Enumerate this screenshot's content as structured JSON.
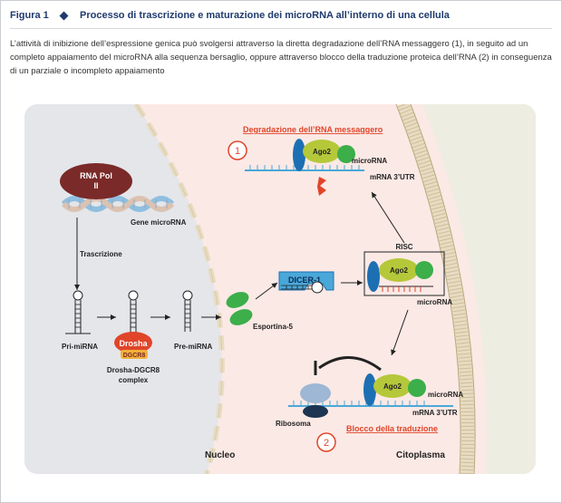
{
  "figure": {
    "label": "Figura 1",
    "title": "Processo di trascrizione e maturazione dei microRNA all’interno di una cellula",
    "description": "L’attività di inibizione dell’espressione genica può svolgersi attraverso la diretta degradazione dell’RNA messaggero (1), in seguito ad un completo appaiamento del microRNA alla sequenza bersaglio, oppure attraverso blocco della traduzione proteica dell’RNA (2) in conseguenza di un parziale o incompleto appaiamento"
  },
  "diagram": {
    "rna_pol": [
      "RNA Pol",
      "II"
    ],
    "gene_label": "Gene microRNA",
    "transcription_label": "Trascrizione",
    "pri_mirna": "Pri-miRNA",
    "drosha": "Drosha",
    "dgcr8": "DGCR8",
    "drosha_complex": [
      "Drosha-DGCR8",
      "complex"
    ],
    "pre_mirna": "Pre-miRNA",
    "esportina": "Esportina-5",
    "dicer": "DICER-1",
    "risc": "RISC",
    "ago2": "Ago2",
    "mirna": "microRNA",
    "mrna_utr": "mRNA 3’UTR",
    "ribosoma": "Ribosoma",
    "nucleo": "Nucleo",
    "citoplasma": "Citoplasma",
    "pathway1": {
      "number": "1",
      "title": "Degradazione dell’RNA messaggero"
    },
    "pathway2": {
      "number": "2",
      "title": "Blocco della traduzione"
    }
  },
  "colors": {
    "nucleus": "#e4e6ea",
    "cytoplasm": "#fbe9e5",
    "outer": "#eeede2",
    "accent_red": "#e0452a",
    "title_blue": "#1f3a6e",
    "ago2_green": "#b5c83a",
    "blob_green": "#3cae4a",
    "dark_blue": "#1d6fb3",
    "pol_brown": "#7a2a28",
    "membrane_tan": "#e7dcc2"
  }
}
